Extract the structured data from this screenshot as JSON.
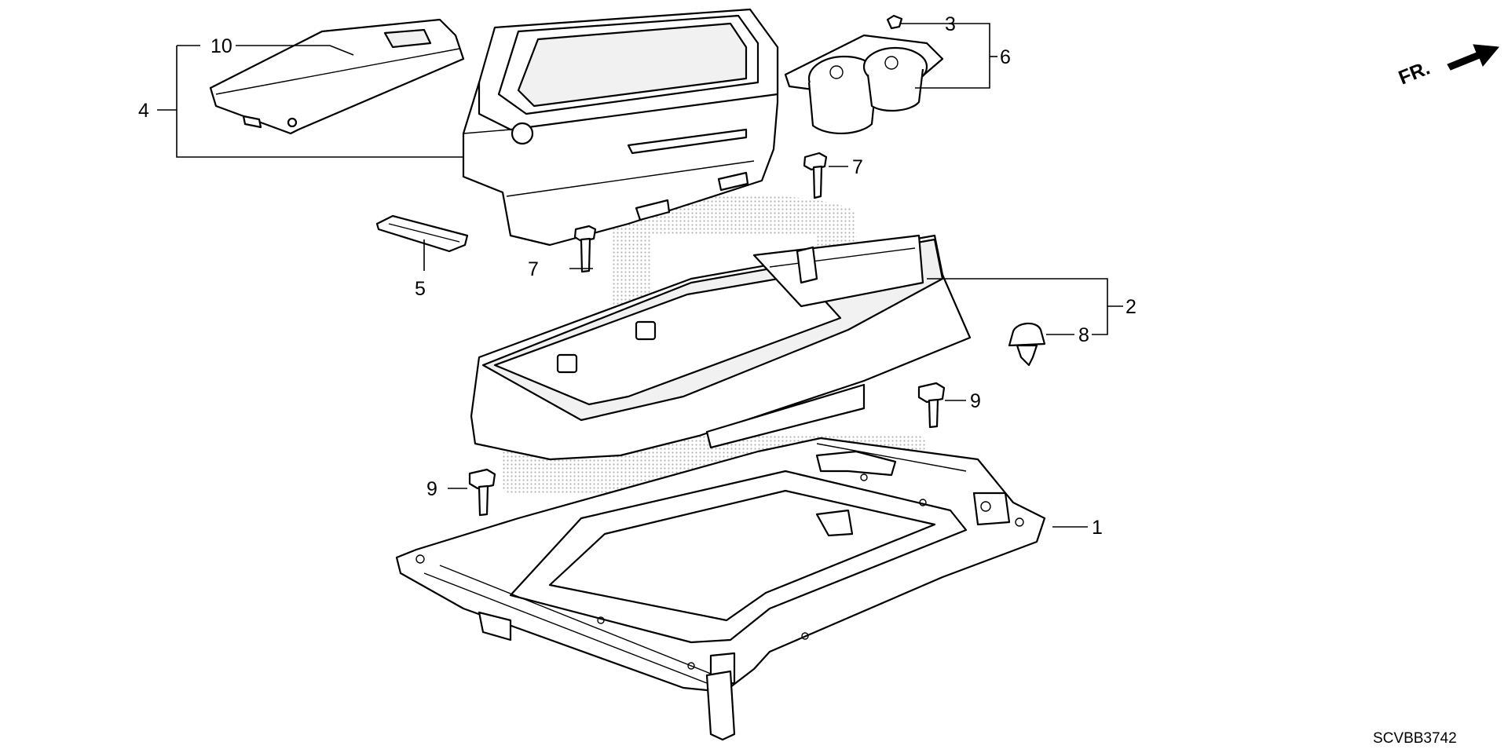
{
  "diagram": {
    "callouts": [
      "1",
      "2",
      "3",
      "4",
      "5",
      "6",
      "7",
      "7",
      "8",
      "9",
      "9",
      "10"
    ],
    "direction_label": "FR.",
    "diagram_code": "SCVBB3742"
  },
  "parts": [
    "base-bracket",
    "console-tray",
    "console-box",
    "lid-panel",
    "small-cover",
    "cup-holder",
    "clip",
    "bolt",
    "push-clip"
  ]
}
